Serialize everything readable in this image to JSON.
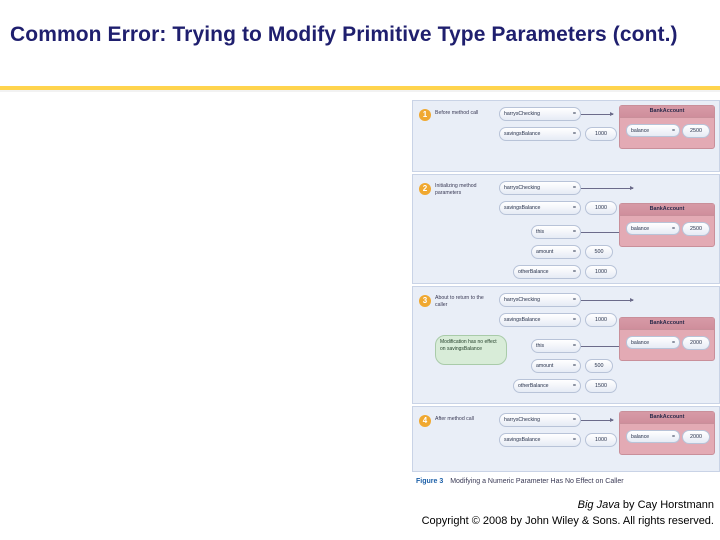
{
  "slide": {
    "title": "Common Error: Trying to Modify Primitive Type Parameters (cont.)",
    "accent_color": "#ffd44d",
    "title_color": "#1f1f6e"
  },
  "figure": {
    "caption_label": "Figure 3",
    "caption_text": "Modifying a Numeric Parameter Has No Effect on Caller",
    "panels": [
      {
        "number": "1",
        "label": "Before method call",
        "vars": [
          {
            "name": "harrysChecking",
            "eq": "=",
            "value": ""
          },
          {
            "name": "savingsBalance",
            "eq": "=",
            "value": "1000"
          }
        ],
        "object": {
          "title": "BankAccount",
          "fields": [
            {
              "name": "balance",
              "eq": "=",
              "value": "2500"
            }
          ]
        }
      },
      {
        "number": "2",
        "label": "Initializing method parameters",
        "vars": [
          {
            "name": "harrysChecking",
            "eq": "=",
            "value": ""
          },
          {
            "name": "savingsBalance",
            "eq": "=",
            "value": "1000"
          },
          {
            "name": "this",
            "eq": "=",
            "value": ""
          },
          {
            "name": "amount",
            "eq": "=",
            "value": "500"
          },
          {
            "name": "otherBalance",
            "eq": "=",
            "value": "1000"
          }
        ],
        "object": {
          "title": "BankAccount",
          "fields": [
            {
              "name": "balance",
              "eq": "=",
              "value": "2500"
            }
          ]
        }
      },
      {
        "number": "3",
        "label": "About to return to the caller",
        "vars": [
          {
            "name": "harrysChecking",
            "eq": "=",
            "value": ""
          },
          {
            "name": "savingsBalance",
            "eq": "=",
            "value": "1000"
          },
          {
            "name": "this",
            "eq": "=",
            "value": ""
          },
          {
            "name": "amount",
            "eq": "=",
            "value": "500"
          },
          {
            "name": "otherBalance",
            "eq": "=",
            "value": "1500"
          }
        ],
        "object": {
          "title": "BankAccount",
          "fields": [
            {
              "name": "balance",
              "eq": "=",
              "value": "2000"
            }
          ]
        },
        "callout": "Modification has no effect on savingsBalance"
      },
      {
        "number": "4",
        "label": "After method call",
        "vars": [
          {
            "name": "harrysChecking",
            "eq": "=",
            "value": ""
          },
          {
            "name": "savingsBalance",
            "eq": "=",
            "value": "1000"
          }
        ],
        "object": {
          "title": "BankAccount",
          "fields": [
            {
              "name": "balance",
              "eq": "=",
              "value": "2000"
            }
          ]
        }
      }
    ]
  },
  "footer": {
    "book": "Big Java",
    "author": " by Cay Horstmann",
    "copyright": "Copyright © 2008 by John Wiley & Sons.  All rights reserved."
  }
}
